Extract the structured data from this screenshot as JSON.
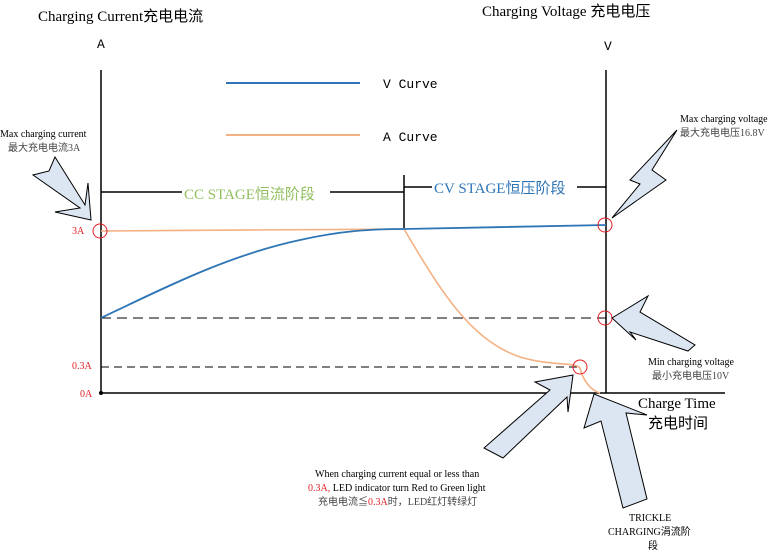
{
  "titles": {
    "left": "Charging Current充电电流",
    "right": "Charging Voltage 充电电压",
    "left_axis_unit": "A",
    "right_axis_unit": "V"
  },
  "legend": [
    {
      "label": "V Curve",
      "color": "#2e75b6"
    },
    {
      "label": "A Curve",
      "color": "#f4b183"
    }
  ],
  "stages": {
    "cc": {
      "label": "CC STAGE恒流阶段",
      "color": "#92c060"
    },
    "cv": {
      "label": "CV STAGE恒压阶段",
      "color": "#2e75b6"
    }
  },
  "axis_labels": {
    "current_max": "3A",
    "current_cutoff": "0.3A",
    "current_zero": "0A",
    "x_title": "Charge Time",
    "x_title_cn": "充电时间",
    "label_color": "#e31e24"
  },
  "annotations": {
    "max_current": [
      "Max charging current",
      "最大充电电流3A"
    ],
    "max_voltage": [
      "Max charging voltage",
      "最大充电电压16.8V"
    ],
    "min_voltage": [
      "Min charging voltage",
      "最小充电电压10V"
    ],
    "led": {
      "line1": "When charging current equal or less than",
      "line2_red": "0.3A,",
      "line2": " LED indicator turn Red to Green light",
      "line3_a": "充电电流≦",
      "line3_red": "0.3A",
      "line3_b": "时，LED红灯转绿灯"
    },
    "trickle": [
      "TRICKLE",
      "CHARGING涓流阶",
      "段"
    ]
  }
}
